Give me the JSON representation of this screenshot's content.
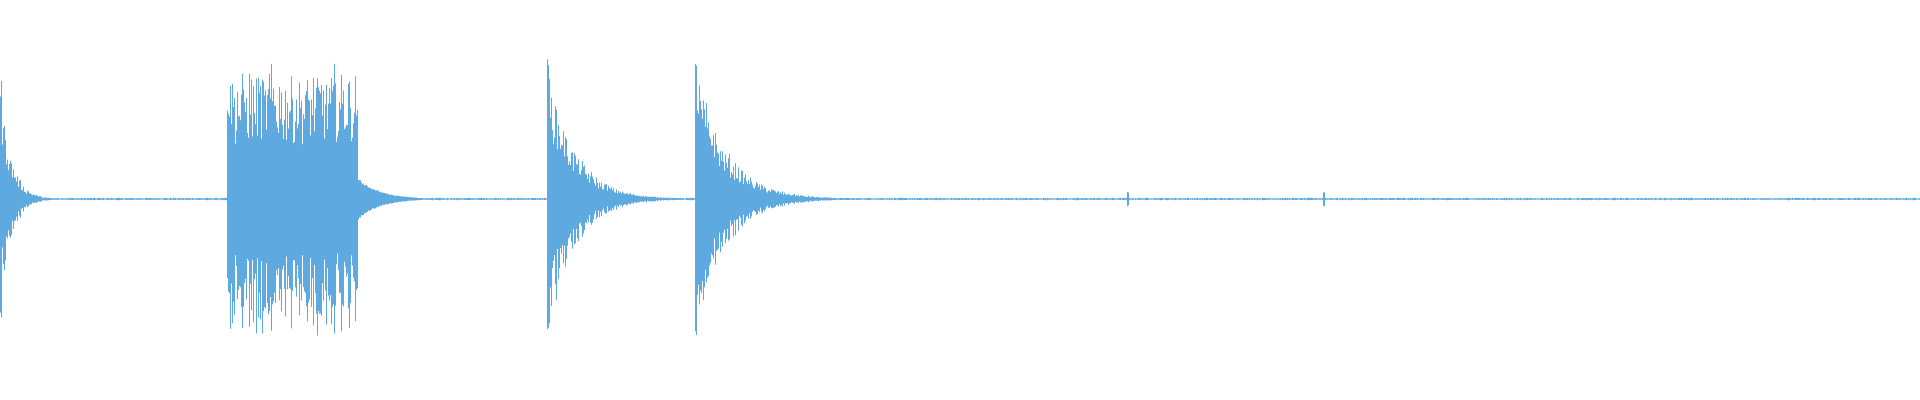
{
  "waveform": {
    "color": "#5da9e0",
    "background": "#ffffff",
    "amplitude_range": [
      -1,
      1
    ],
    "duration_fraction_range": [
      0,
      1
    ],
    "baseline_noise": 0.006,
    "events": [
      {
        "name": "hit-1",
        "onset": 0.0,
        "peak_up": 0.82,
        "peak_down": 0.82,
        "length": 0.018,
        "style": "decay"
      },
      {
        "name": "burst-1",
        "onset": 0.118,
        "peak_up": 0.95,
        "peak_down": 0.95,
        "length": 0.068,
        "style": "sustain"
      },
      {
        "name": "hit-2",
        "onset": 0.285,
        "peak_up": 0.99,
        "peak_down": 0.99,
        "length": 0.045,
        "style": "decay"
      },
      {
        "name": "hit-3",
        "onset": 0.362,
        "peak_up": 0.98,
        "peak_down": 0.98,
        "length": 0.05,
        "style": "decay"
      },
      {
        "name": "tick-1",
        "onset": 0.587,
        "peak_up": 0.05,
        "peak_down": 0.05,
        "length": 0.002,
        "style": "decay"
      },
      {
        "name": "tick-2",
        "onset": 0.689,
        "peak_up": 0.05,
        "peak_down": 0.05,
        "length": 0.002,
        "style": "decay"
      }
    ]
  }
}
